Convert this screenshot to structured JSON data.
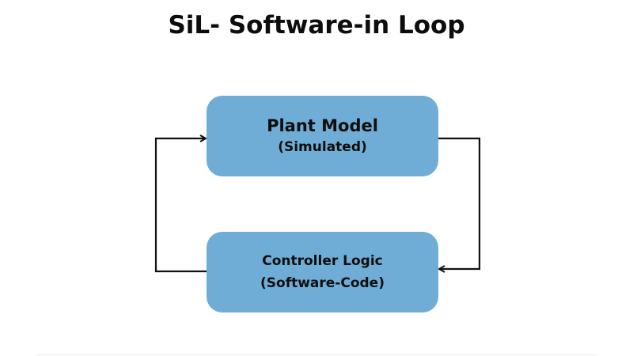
{
  "diagram": {
    "title": "SiL- Software-in Loop",
    "nodes": [
      {
        "id": "plant",
        "title": "Plant Model",
        "subtitle": "(Simulated)"
      },
      {
        "id": "controller",
        "title": "Controller Logic",
        "subtitle": "(Software-Code)"
      }
    ],
    "edges": [
      {
        "from": "plant",
        "to": "controller",
        "route": "right side, downward"
      },
      {
        "from": "controller",
        "to": "plant",
        "route": "left side, upward"
      }
    ],
    "colors": {
      "node_fill": "#6fadd6",
      "text": "#0d0d0d",
      "connector": "#111111"
    }
  }
}
